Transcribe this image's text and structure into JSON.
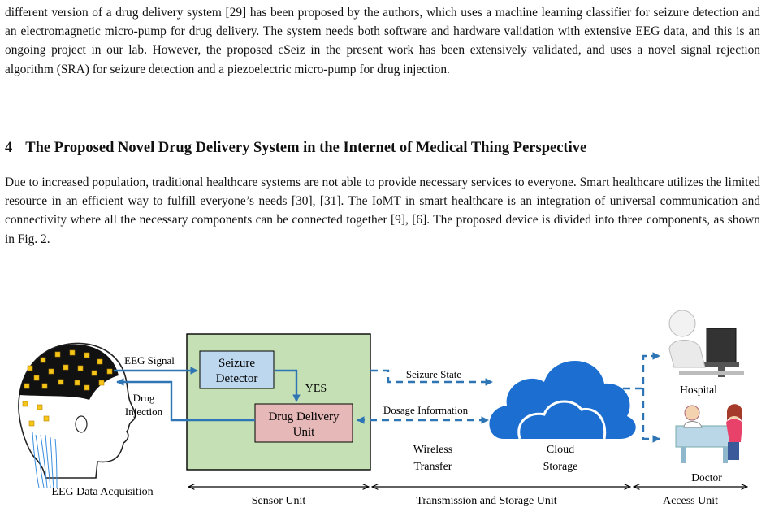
{
  "paragraph_1": "different version of a drug delivery system [29] has been proposed by the authors, which uses a machine learning classifier for seizure detection and an electromagnetic micro-pump for drug delivery. The system needs both software and hardware validation with extensive EEG data, and this is an ongoing project in our lab. However, the proposed cSeiz in the present work has been extensively validated, and uses a novel signal rejection algorithm (SRA) for seizure detection and a piezoelectric micro-pump for drug injection.",
  "section": {
    "number": "4",
    "title": "The Proposed Novel Drug Delivery System in the Internet of Medical Thing Perspective"
  },
  "paragraph_2": "Due to increased population, traditional healthcare systems are not able to provide necessary services to everyone. Smart healthcare utilizes the limited resource in an efficient way to fulfill everyone’s needs [30], [31]. The IoMT in smart healthcare is an integration of universal communication and connectivity where all the necessary components can be connected together [9], [6]. The proposed device is divided into three components, as shown in Fig. 2.",
  "figure": {
    "eeg_signal": "EEG Signal",
    "drug_injection_1": "Drug",
    "drug_injection_2": "Injection",
    "seizure_detector_1": "Seizure",
    "seizure_detector_2": "Detector",
    "yes": "YES",
    "drug_delivery_1": "Drug Delivery",
    "drug_delivery_2": "Unit",
    "seizure_state": "Seizure State",
    "dosage_information": "Dosage Information",
    "wireless_1": "Wireless",
    "wireless_2": "Transfer",
    "cloud_1": "Cloud",
    "cloud_2": "Storage",
    "hospital": "Hospital",
    "doctor": "Doctor",
    "eeg_data_acquisition": "EEG Data Acquisition",
    "sensor_unit": "Sensor Unit",
    "transmission_storage_unit": "Transmission and Storage Unit",
    "access_unit": "Access Unit",
    "colors": {
      "arrow_blue": "#2e75b6",
      "sensor_fill": "#c5e0b4",
      "detector_fill": "#bdd7ee",
      "drug_unit_fill": "#e6b8b7",
      "cloud_blue": "#1c6fd1"
    }
  }
}
